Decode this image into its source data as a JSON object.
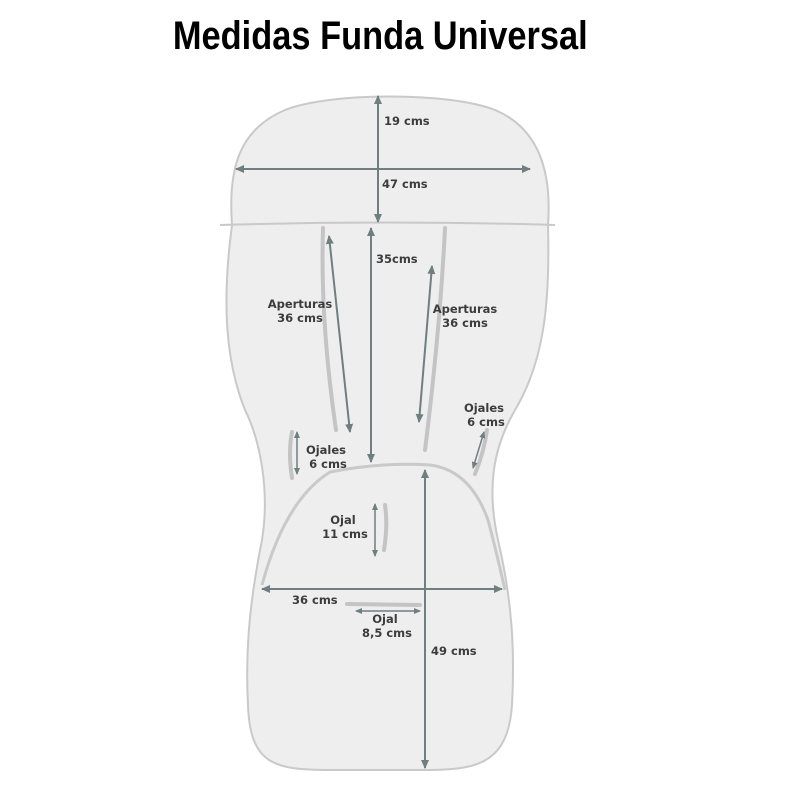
{
  "title": "Medidas Funda  Universal",
  "colors": {
    "cover_fill": "#eeeeee",
    "cover_outline": "#c9c9c9",
    "slot_color": "#c4c4c4",
    "arrow_color": "#6f7f7f",
    "label_color": "#3c3c3c"
  },
  "labels": {
    "headrest_height": "19 cms",
    "headrest_width": "47 cms",
    "back_height": "35cms",
    "opening_left_title": "Aperturas",
    "opening_left_size": "36 cms",
    "opening_right_title": "Aperturas",
    "opening_right_size": "36 cms",
    "eyelets_left_title": "Ojales",
    "eyelets_left_size": "6 cms",
    "eyelets_right_title": "Ojales",
    "eyelets_right_size": "6 cms",
    "eyelet_vertical_title": "Ojal",
    "eyelet_vertical_size": "11 cms",
    "seat_width": "36 cms",
    "eyelet_horizontal_title": "Ojal",
    "eyelet_horizontal_size": "8,5 cms",
    "seat_height": "49 cms"
  }
}
